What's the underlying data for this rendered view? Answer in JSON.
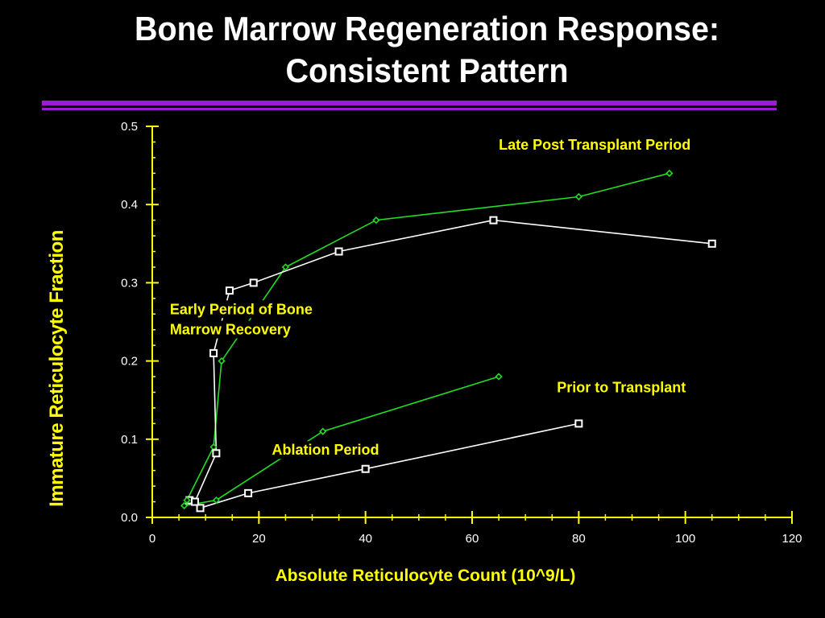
{
  "slide": {
    "title_line1": "Bone Marrow Regeneration Response:",
    "title_line2": "Consistent Pattern",
    "rule_color": "#9B1BD6"
  },
  "chart_data": {
    "type": "scatter",
    "title": "",
    "xlabel": "Absolute Reticulocyte Count (10^9/L)",
    "ylabel": "Immature Reticulocyte Fraction",
    "xlim": [
      0,
      120
    ],
    "ylim": [
      0,
      0.5
    ],
    "x_ticks": [
      0,
      20,
      40,
      60,
      80,
      100,
      120
    ],
    "x_tick_labels": [
      "0",
      "20",
      "40",
      "60",
      "80",
      "100",
      "120"
    ],
    "y_ticks": [
      0.0,
      0.1,
      0.2,
      0.3,
      0.4,
      0.5
    ],
    "y_tick_labels": [
      "0.0",
      "0.1",
      "0.2",
      "0.3",
      "0.4",
      "0.5"
    ],
    "grid": false,
    "axis_color": "#FFFF00",
    "label_color": "#FFFF00",
    "series": [
      {
        "marker": "diamond",
        "color": "#22DD22",
        "x": [
          6,
          12,
          32,
          65
        ],
        "y": [
          0.015,
          0.022,
          0.11,
          0.18
        ]
      },
      {
        "marker": "square",
        "color": "#FFFFFF",
        "x": [
          7,
          9,
          18,
          40,
          80
        ],
        "y": [
          0.022,
          0.012,
          0.031,
          0.062,
          0.12
        ]
      },
      {
        "marker": "diamond",
        "color": "#22DD22",
        "x": [
          6.5,
          11.5,
          13,
          25,
          42,
          80,
          97
        ],
        "y": [
          0.022,
          0.09,
          0.2,
          0.32,
          0.38,
          0.41,
          0.44
        ]
      },
      {
        "marker": "square",
        "color": "#FFFFFF",
        "x": [
          8,
          12,
          11.5,
          14.5,
          19,
          35,
          64,
          105
        ],
        "y": [
          0.02,
          0.082,
          0.21,
          0.29,
          0.3,
          0.34,
          0.38,
          0.35
        ]
      }
    ],
    "annotations": [
      {
        "text": "Late Post Transplant Period",
        "x": 83,
        "y": 0.47,
        "anchor": "middle"
      },
      {
        "text": "Early Period of Bone",
        "x": 3.3,
        "y": 0.26,
        "anchor": "start"
      },
      {
        "text": "Marrow Recovery",
        "x": 3.3,
        "y": 0.234,
        "anchor": "start"
      },
      {
        "text": "Prior to Transplant",
        "x": 88,
        "y": 0.16,
        "anchor": "middle"
      },
      {
        "text": "Ablation Period",
        "x": 32.5,
        "y": 0.08,
        "anchor": "middle"
      }
    ]
  }
}
